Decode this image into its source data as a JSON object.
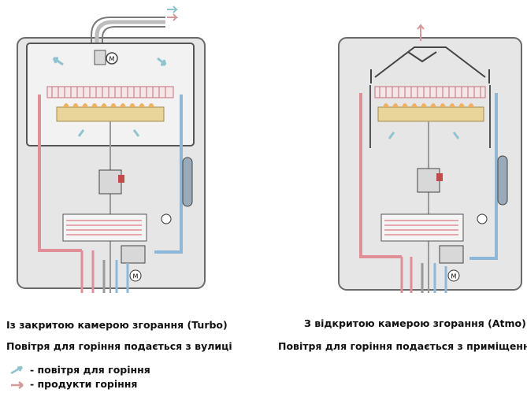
{
  "left_boiler": {
    "caption_type": "Із закритою камерою згорання (Turbo)",
    "caption_air": "Повітря для горіння подається з вулиці"
  },
  "right_boiler": {
    "caption_type": "З відкритою камерою згорання (Atmo)",
    "caption_air": "Повітря для горіння подається з приміщення"
  },
  "legend": [
    {
      "label": "- повітря для горіння",
      "color": "#8fc3cf"
    },
    {
      "label": "- продукти горіння",
      "color": "#d29a9a"
    }
  ],
  "colors": {
    "casing_fill": "#e6e6e6",
    "casing_stroke": "#6a6a6a",
    "hot_pipe": "#e08f98",
    "cold_pipe": "#8fb8d8",
    "gray_pipe": "#9a9a9a",
    "burner": "#e9d49a",
    "air_arrow": "#8fc3cf",
    "flue_arrow": "#d29a9a"
  }
}
